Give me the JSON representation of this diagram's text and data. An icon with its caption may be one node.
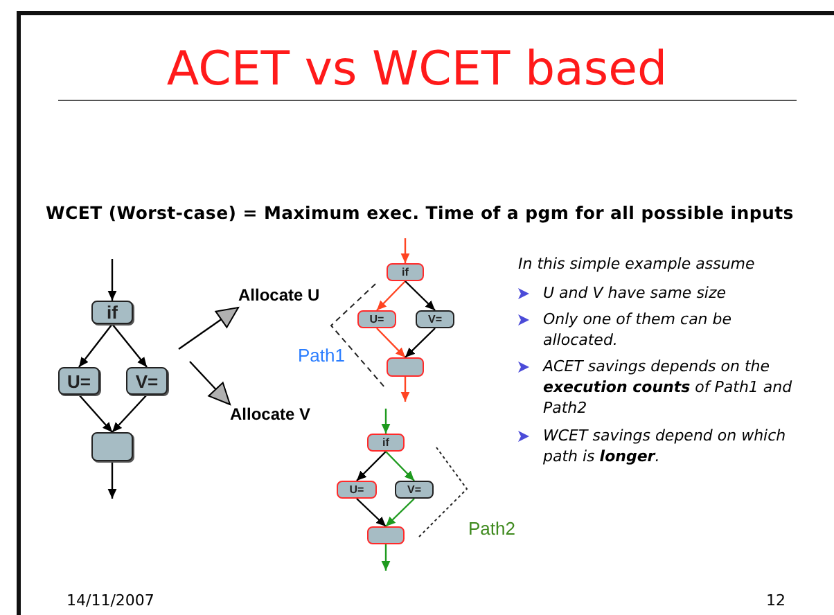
{
  "diagram": {
    "title": "ACET vs WCET based",
    "nodes": [
      {
        "text": [
          "if"
        ]
      },
      {
        "text": [
          "U="
        ]
      },
      {
        "text": [
          "V="
        ]
      },
      {
        "text": [],
        "shape": "box"
      },
      {
        "text": [
          "Allocate U"
        ]
      },
      {
        "text": [
          "Allocate V"
        ]
      },
      {
        "text": [
          "if"
        ]
      },
      {
        "text": [
          "U="
        ]
      },
      {
        "text": [
          "V="
        ]
      },
      {
        "text": [],
        "shape": "box"
      },
      {
        "text": [
          "if"
        ]
      },
      {
        "text": [
          "U="
        ]
      },
      {
        "text": [
          "V="
        ]
      },
      {
        "text": [],
        "shape": "box"
      }
    ],
    "edges": [
      {
        "from": null,
        "to": 0,
        "arrow": "to"
      },
      {
        "from": 0,
        "to": 1,
        "arrow": "to"
      },
      {
        "from": 0,
        "to": 2,
        "arrow": "to"
      },
      {
        "from": 1,
        "to": 3,
        "arrow": "to"
      },
      {
        "from": 2,
        "to": 3,
        "arrow": "to"
      },
      {
        "from": 3,
        "to": null,
        "arrow": "to"
      },
      {
        "from": null,
        "to": 4,
        "arrow": "to"
      },
      {
        "from": null,
        "to": 5,
        "arrow": "to"
      },
      {
        "from": null,
        "to": 6,
        "arrow": "to",
        "color": "#ff4422"
      },
      {
        "from": 6,
        "to": 7,
        "arrow": "to",
        "color": "#ff4422"
      },
      {
        "from": 6,
        "to": 8,
        "arrow": "to"
      },
      {
        "from": 7,
        "to": 9,
        "arrow": "to",
        "color": "#ff4422"
      },
      {
        "from": 8,
        "to": 9,
        "arrow": "to"
      },
      {
        "from": 9,
        "to": null,
        "arrow": "to",
        "color": "#ff4422"
      },
      {
        "from": null,
        "to": 10,
        "arrow": "to",
        "color": "#1e9a1e"
      },
      {
        "from": 10,
        "to": 11,
        "arrow": "to"
      },
      {
        "from": 10,
        "to": 12,
        "arrow": "to",
        "color": "#1e9a1e"
      },
      {
        "from": 11,
        "to": 13,
        "arrow": "to"
      },
      {
        "from": 12,
        "to": 13,
        "arrow": "to",
        "color": "#1e9a1e"
      },
      {
        "from": 13,
        "to": null,
        "arrow": "to",
        "color": "#1e9a1e"
      }
    ],
    "labels": [
      "WCET (Worst-case) = Maximum exec. Time of a pgm for all possible inputs",
      "Path1",
      "Path2",
      "In this simple example assume",
      "U and V have same size",
      "Only one of them can be allocated.",
      "ACET savings depends on the **execution counts** of Path1 and Path2",
      "WCET savings depend on which path is **longer**.",
      "14/11/2007",
      "12"
    ]
  }
}
